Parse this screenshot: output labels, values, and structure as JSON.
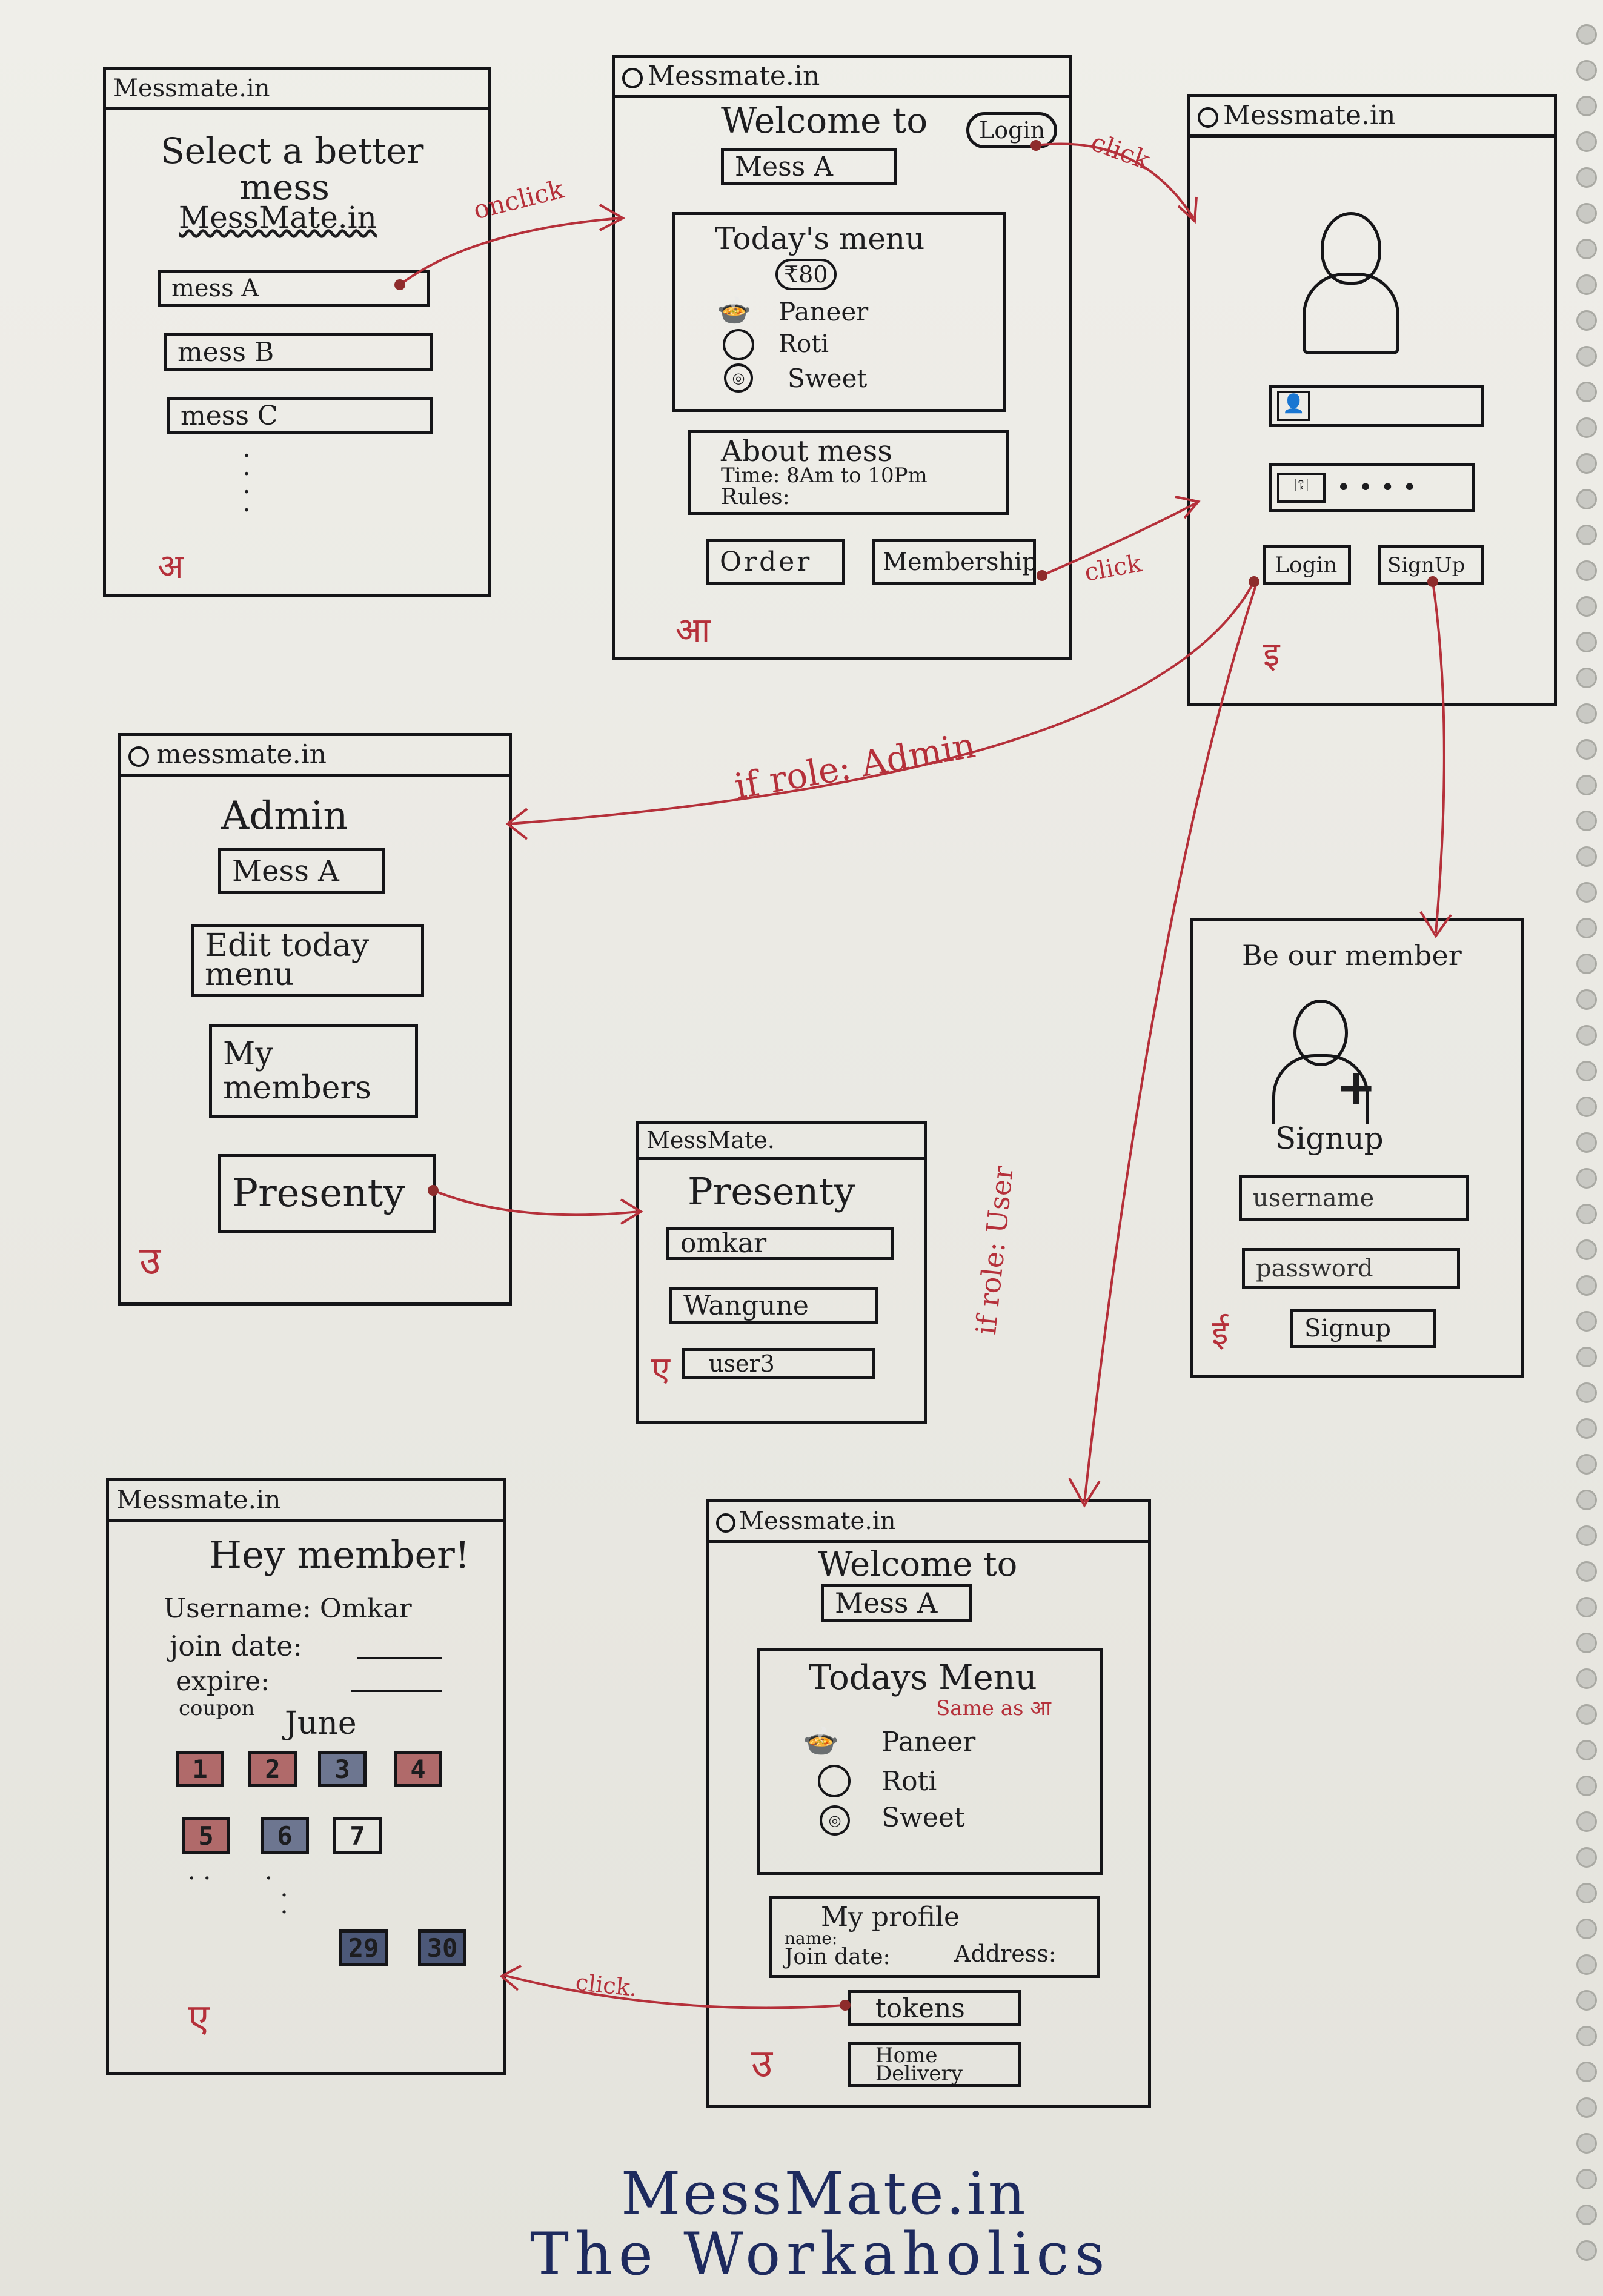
{
  "screens": {
    "home": {
      "title": "Messmate.in",
      "heading1": "Select a better",
      "heading2": "mess",
      "brand": "MessMate.in",
      "items": [
        "mess A",
        "mess B",
        "mess C"
      ],
      "page_mark": "अ"
    },
    "mess_detail": {
      "title": "Messmate.in",
      "welcome": "Welcome to",
      "login_btn": "Login",
      "mess_name": "Mess A",
      "menu_title": "Today's menu",
      "price": "₹80",
      "menu_items": [
        "Paneer",
        "Roti",
        "Sweet"
      ],
      "about": "About mess",
      "time": "Time: 8Am to 10Pm",
      "rules": "Rules:",
      "order_btn": "Order",
      "membership_btn": "Membership",
      "page_mark": "आ"
    },
    "login": {
      "title": "Messmate.in",
      "login_btn": "Login",
      "signup_btn": "SignUp",
      "page_mark": "इ"
    },
    "admin": {
      "title": "messmate.in",
      "heading": "Admin",
      "mess_name": "Mess A",
      "edit_menu": "Edit today menu",
      "my_members": "My members",
      "presenty": "Presenty",
      "page_mark": "उ"
    },
    "presenty": {
      "title": "MessMate.",
      "heading": "Presenty",
      "users": [
        "omkar",
        "Wangune",
        "user3"
      ],
      "page_mark": "ए"
    },
    "signup": {
      "heading": "Be our member",
      "signup_label": "Signup",
      "username_ph": "username",
      "password_ph": "password",
      "signup_btn": "Signup",
      "page_mark": "ई"
    },
    "member": {
      "title": "Messmate.in",
      "heading": "Hey member!",
      "username": "Username: Omkar",
      "join_date": "join date:",
      "expire": "expire:",
      "coupon": "coupon",
      "month": "June",
      "days": [
        "1",
        "2",
        "3",
        "4",
        "5",
        "6",
        "7",
        "29",
        "30"
      ],
      "page_mark": "ए"
    },
    "user_home": {
      "title": "Messmate.in",
      "welcome": "Welcome to",
      "mess_name": "Mess A",
      "menu_title": "Todays Menu",
      "same_as": "Same as आ",
      "menu_items": [
        "Paneer",
        "Roti",
        "Sweet"
      ],
      "profile_title": "My profile",
      "profile_name": "name:",
      "profile_join": "Join date:",
      "profile_address": "Address:",
      "tokens_btn": "tokens",
      "home_delivery_btn": "Home Delivery",
      "page_mark": "उ"
    }
  },
  "arrows": {
    "onclick": "onclick",
    "click1": "click",
    "click2": "click",
    "role_admin": "if role: Admin",
    "role_user": "if role: User",
    "click3": "click."
  },
  "footer": {
    "line1": "MessMate.in",
    "line2": "The Workaholics"
  },
  "colors": {
    "ink": "#151518",
    "red_ink": "#b5303a",
    "blue_ink": "#1d2a5e",
    "paper": "#ecebe6"
  }
}
